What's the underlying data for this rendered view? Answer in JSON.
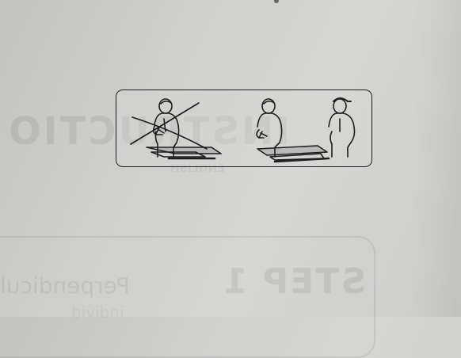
{
  "bleed_through": {
    "heading": "INSTRUCTIO",
    "step": "STEP 1",
    "word": "Perpendicul",
    "word2": "individ",
    "sub": "ENGLISH"
  },
  "icons": {
    "one_person_crossed": "one-person-crossed-out-icon",
    "two_people": "two-people-assembly-icon"
  },
  "colors": {
    "paper": "#cfcfcd",
    "ink": "#1e1e1e"
  }
}
